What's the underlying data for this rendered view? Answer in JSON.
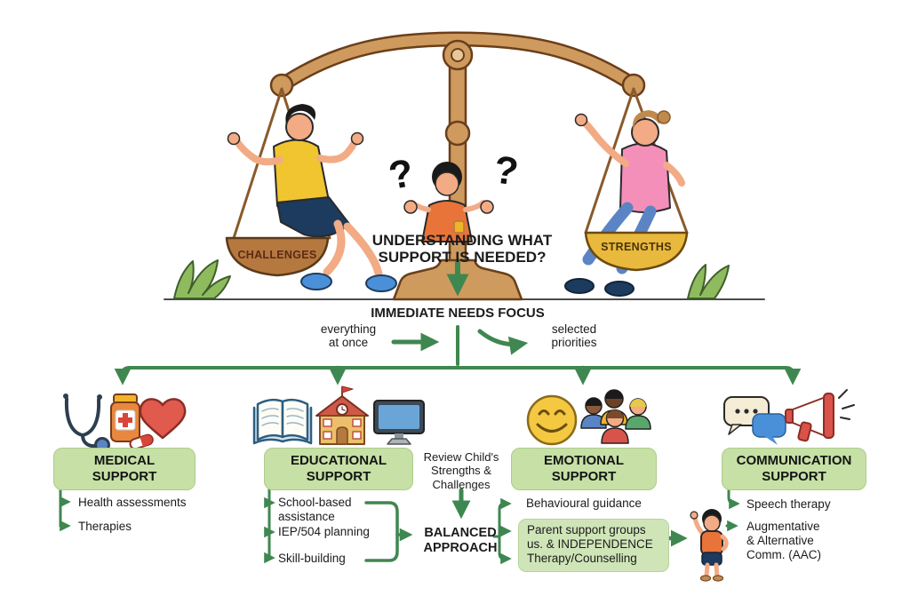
{
  "header": {
    "title_line1": "UNDERSTANDING WHAT",
    "title_line2": "SUPPORT IS NEEDED?",
    "left_pan_label": "CHALLENGES",
    "right_pan_label": "STRENGTHS",
    "question_mark": "?"
  },
  "flow": {
    "focus_label": "IMMEDIATE NEEDS FOCUS",
    "left_option_line1": "everything",
    "left_option_line2": "at once",
    "right_option_line1": "selected",
    "right_option_line2": "priorities"
  },
  "center_flow": {
    "review_line1": "Review Child's",
    "review_line2": "Strengths &",
    "review_line3": "Challenges",
    "balanced_line1": "BALANCED",
    "balanced_line2": "APPROACH"
  },
  "columns": {
    "medical": {
      "title_line1": "MEDICAL",
      "title_line2": "SUPPORT",
      "items": [
        "Health assessments",
        "Therapies"
      ],
      "icons": [
        "stethoscope-icon",
        "medicine-bottle-icon",
        "heart-icon"
      ]
    },
    "educational": {
      "title_line1": "EDUCATIONAL",
      "title_line2": "SUPPORT",
      "item1_line1": "School-based",
      "item1_line2": "assistance",
      "item2": "IEP/504 planning",
      "item3": "Skill-building",
      "icons": [
        "open-book-icon",
        "school-icon",
        "computer-icon"
      ]
    },
    "emotional": {
      "title_line1": "EMOTIONAL",
      "title_line2": "SUPPORT",
      "item1": "Behavioural guidance",
      "boxed_line1": "Parent support groups",
      "boxed_line2": "us. & INDEPENDENCE",
      "boxed_line3": "Therapy/Counselling",
      "icons": [
        "smiley-icon",
        "people-group-icon"
      ]
    },
    "communication": {
      "title_line1": "COMMUNICATION",
      "title_line2": "SUPPORT",
      "item1": "Speech therapy",
      "item2_line1": "Augmentative",
      "item2_line2": "& Alternative",
      "item2_line3": "Comm. (AAC)",
      "icons": [
        "chat-bubbles-icon",
        "megaphone-icon",
        "standing-child-icon"
      ]
    }
  },
  "colors": {
    "arrow_green": "#3f8750",
    "box_green": "#c6e0a5",
    "inner_box_green": "#cfe5b8",
    "scale_tan": "#cf9a5e",
    "challenges_pan": "#b5793f",
    "strengths_pan": "#e9b93d",
    "heart_red": "#e05a4e",
    "smiley_yellow": "#f5c842"
  }
}
